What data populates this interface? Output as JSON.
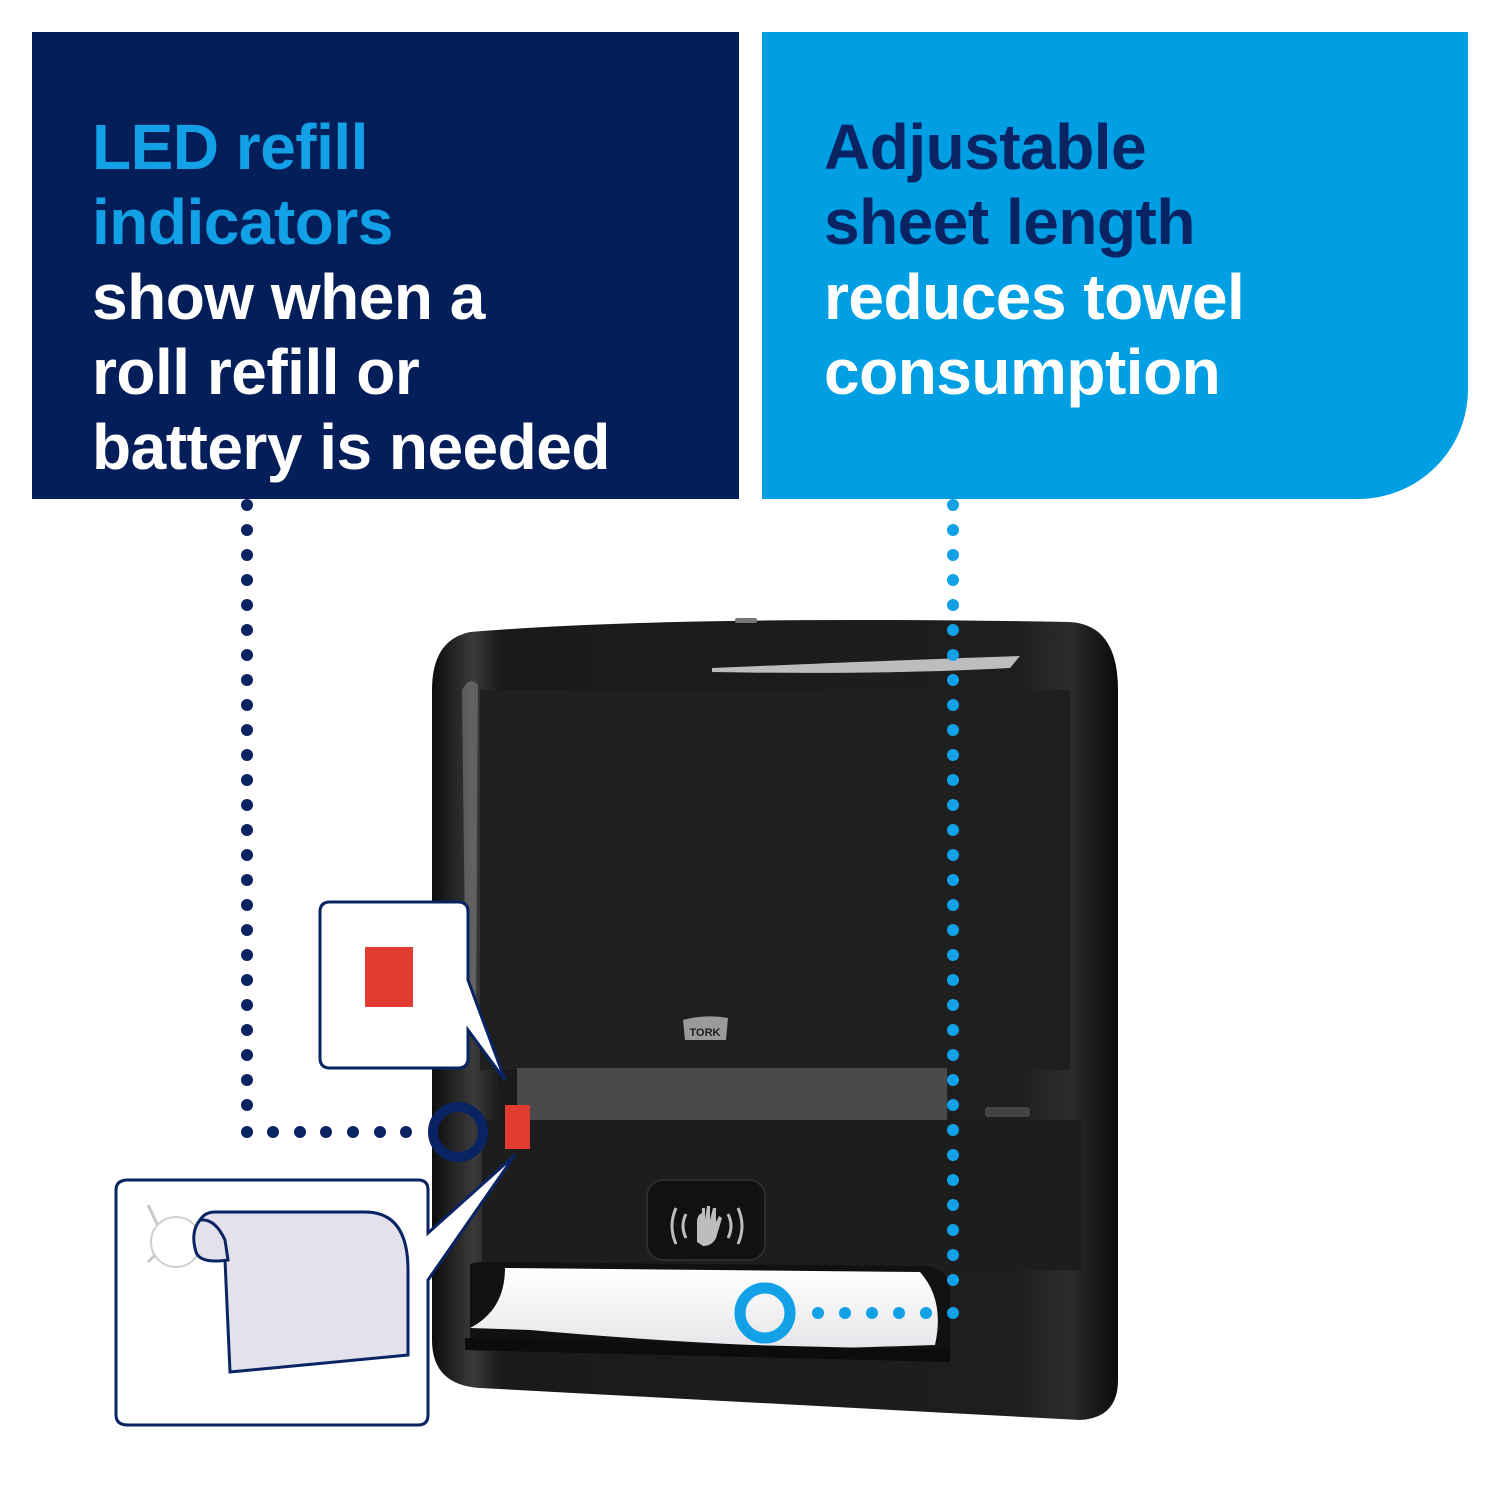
{
  "left_panel": {
    "background": "#041e5a",
    "highlight_lines": [
      "LED refill",
      "indicators"
    ],
    "body_lines": [
      "show when a",
      "roll refill or",
      "battery is needed"
    ],
    "highlight_color": "#12a0e6",
    "body_color": "#ffffff"
  },
  "right_panel": {
    "background": "#009fe3",
    "highlight_lines": [
      "Adjustable",
      "sheet length"
    ],
    "body_lines": [
      "reduces towel",
      "consumption"
    ],
    "highlight_color": "#0a2363",
    "body_color": "#ffffff"
  },
  "product": {
    "brand_label": "TORK",
    "body_color": "#1c1c1c",
    "led_indicator_color": "#e03c31",
    "callout_led_color": "#e03c31",
    "sensor_icon": "hand-wave-sensor-icon",
    "paper_color": "#f2f2f4",
    "callout_roll_color": "#e2e1ec"
  },
  "connectors": {
    "left_dot_color": "#0a2363",
    "right_dot_color": "#12a0e6"
  }
}
